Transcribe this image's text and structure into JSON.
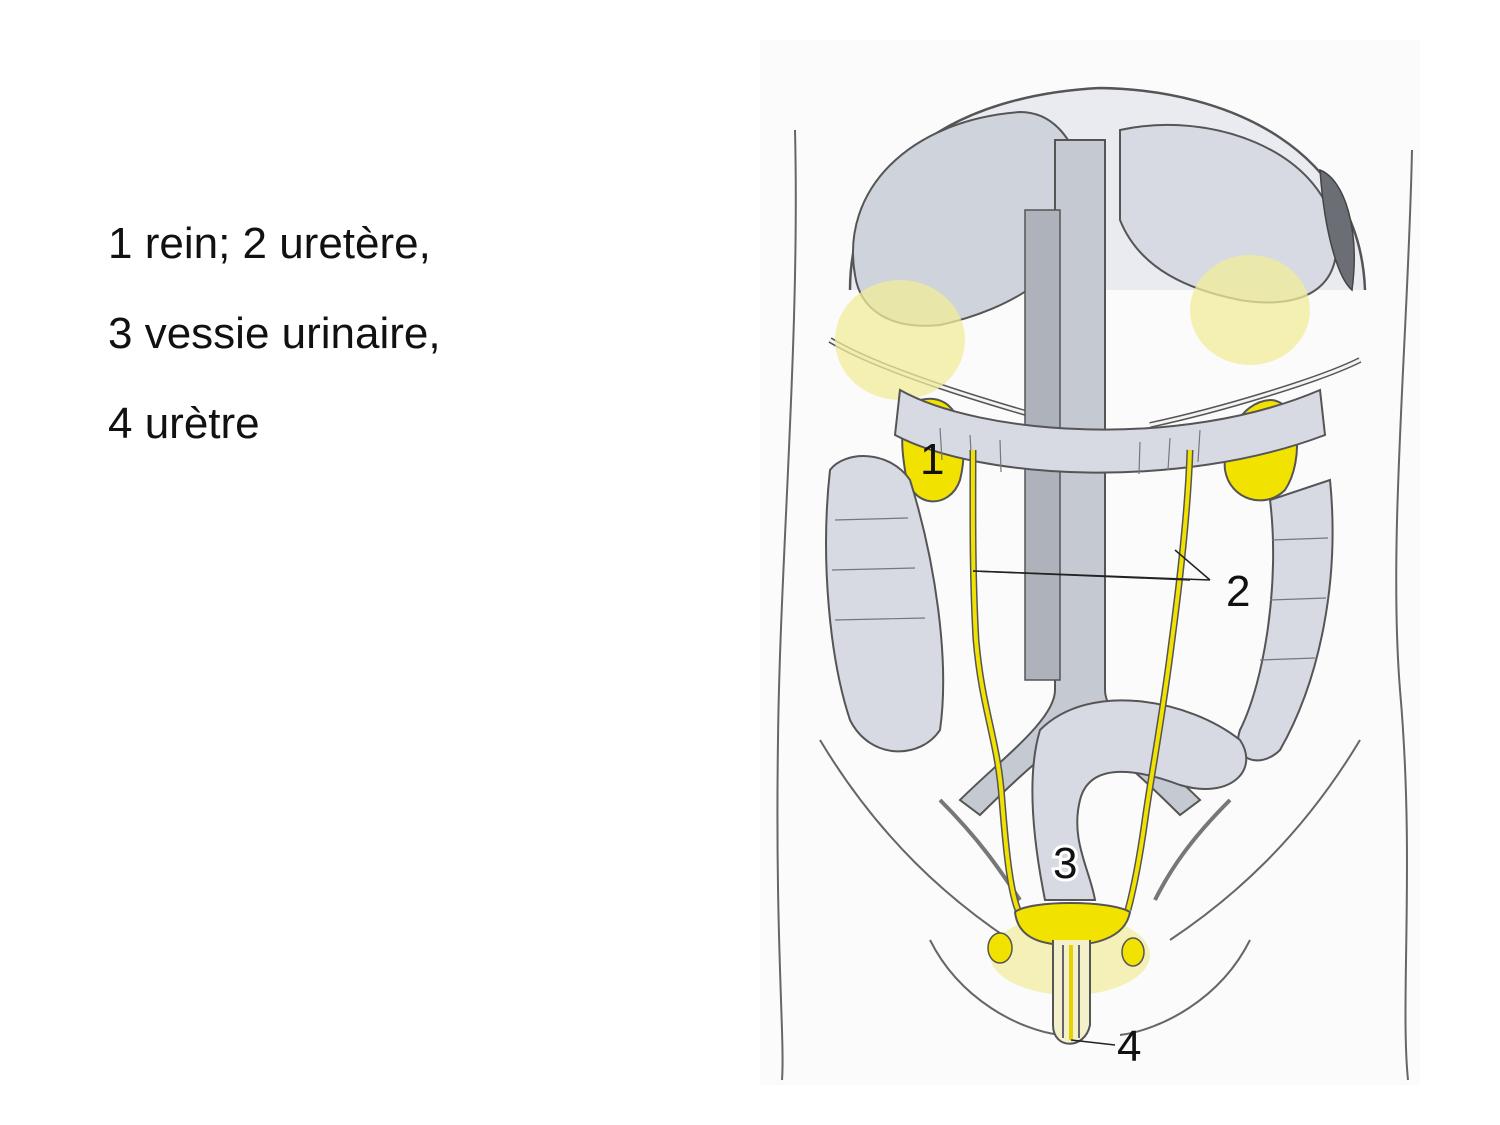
{
  "legend": {
    "lines": [
      "1 rein; 2 uretère,",
      "3 vessie urinaire,",
      "4 urètre"
    ]
  },
  "figure": {
    "labels": {
      "kidney": "1",
      "ureter": "2",
      "bladder": "3",
      "urethra": "4"
    }
  },
  "colors": {
    "urinary_yellow": "#f2e200",
    "organ_gray": "#d7dae3",
    "vessel_gray": "#a9adb5",
    "outline": "#555555"
  }
}
